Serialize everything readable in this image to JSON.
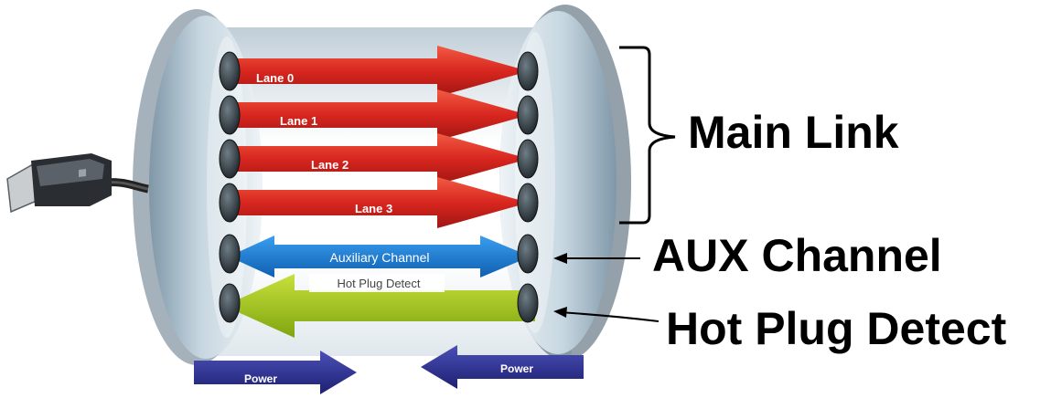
{
  "lanes": [
    {
      "label": "Lane 0"
    },
    {
      "label": "Lane 1"
    },
    {
      "label": "Lane 2"
    },
    {
      "label": "Lane 3"
    }
  ],
  "channels": {
    "aux": "Auxiliary Channel",
    "hpd": "Hot Plug Detect"
  },
  "power": {
    "left": "Power",
    "right": "Power"
  },
  "annotations": {
    "main_link": "Main Link",
    "aux": "AUX  Channel",
    "hpd": "Hot Plug Detect"
  },
  "colors": {
    "lane_red": "#d8261f",
    "aux_blue": "#1a78d4",
    "hpd_green": "#9cc21a",
    "power_blue": "#2b2d8a",
    "disc_gray": "#a9c0cf"
  }
}
